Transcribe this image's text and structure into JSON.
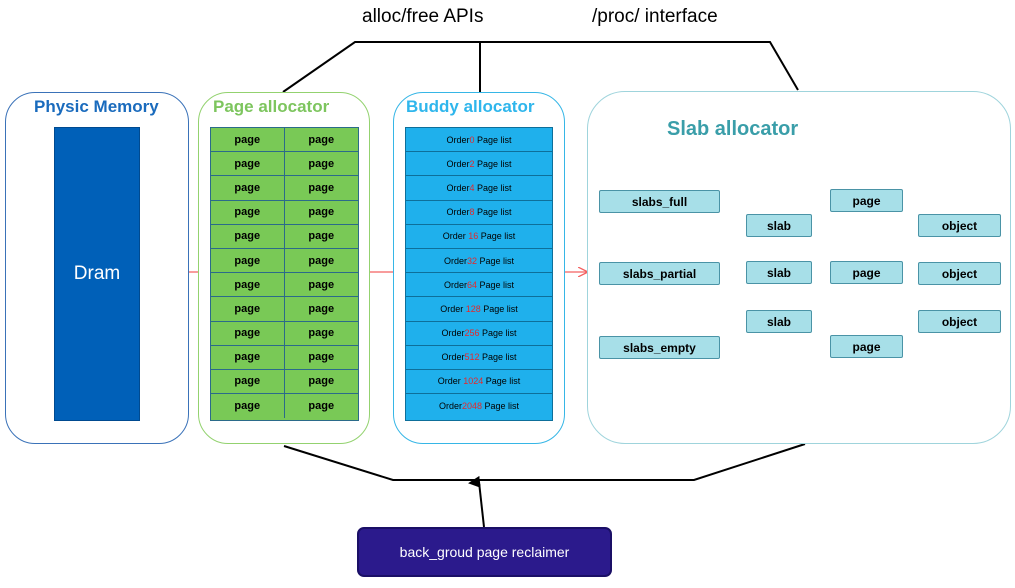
{
  "labels": {
    "apis": "alloc/free APIs",
    "proc": "/proc/ interface"
  },
  "physic_memory": {
    "title": "Physic Memory",
    "dram_label": "Dram",
    "title_color": "#1a6bbd"
  },
  "page_allocator": {
    "title": "Page allocator",
    "title_color": "#7dc55e",
    "cells": [
      "page",
      "page",
      "page",
      "page",
      "page",
      "page",
      "page",
      "page",
      "page",
      "page",
      "page",
      "page",
      "page",
      "page",
      "page",
      "page",
      "page",
      "page",
      "page",
      "page",
      "page",
      "page",
      "page",
      "page"
    ]
  },
  "buddy_allocator": {
    "title": "Buddy allocator",
    "title_color": "#2fb6ec",
    "rows": [
      {
        "prefix": "Order",
        "num": "0",
        "suffix": " Page list"
      },
      {
        "prefix": "Order",
        "num": "2",
        "suffix": " Page list"
      },
      {
        "prefix": "Order",
        "num": "4",
        "suffix": " Page list"
      },
      {
        "prefix": "Order",
        "num": "8",
        "suffix": " Page list"
      },
      {
        "prefix": "Order ",
        "num": "16",
        "suffix": " Page list"
      },
      {
        "prefix": "Order",
        "num": "32",
        "suffix": " Page list"
      },
      {
        "prefix": "Order",
        "num": "64",
        "suffix": " Page list"
      },
      {
        "prefix": "Order ",
        "num": "128",
        "suffix": " Page list"
      },
      {
        "prefix": "Order",
        "num": "256",
        "suffix": " Page list"
      },
      {
        "prefix": "Order",
        "num": "512",
        "suffix": " Page list"
      },
      {
        "prefix": "Order ",
        "num": "1024",
        "suffix": " Page list"
      },
      {
        "prefix": "Order",
        "num": "2048",
        "suffix": " Page list"
      }
    ]
  },
  "slab_allocator": {
    "title": "Slab allocator",
    "title_color": "#3a9ea9",
    "slabs_full": "slabs_full",
    "slabs_partial": "slabs_partial",
    "slabs_empty": "slabs_empty",
    "slab_top": "slab",
    "slab_mid": "slab",
    "slab_bot": "slab",
    "page_top": "page",
    "page_mid": "page",
    "page_bot": "page",
    "object_top": "object",
    "object_mid": "object",
    "object_bot": "object"
  },
  "reclaimer": {
    "label": "back_groud page reclaimer"
  },
  "colors": {
    "arrow_red": "#f46060",
    "arrow_yellow": "#f5b800",
    "line_black": "#000000"
  }
}
